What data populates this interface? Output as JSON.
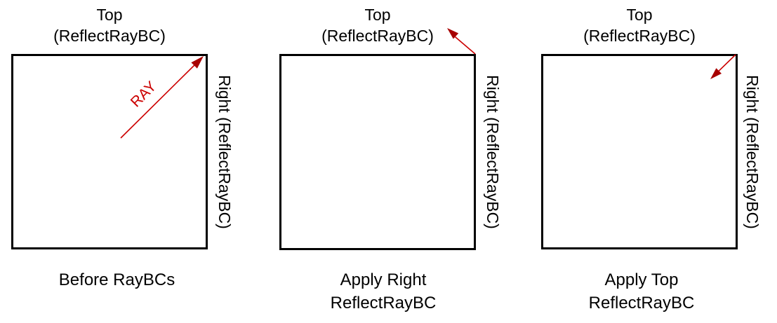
{
  "colors": {
    "background": "#FFFFFF",
    "text": "#000000",
    "box_border": "#000000",
    "ray": "#CC0000",
    "ray_head": "#A80000"
  },
  "panels": [
    {
      "top_label_line1": "Top",
      "top_label_line2": "(ReflectRayBC)",
      "right_label": "Right (ReflectRayBC)",
      "ray_label": "RAY",
      "caption_line1": "Before RayBCs",
      "caption_line2": ""
    },
    {
      "top_label_line1": "Top",
      "top_label_line2": "(ReflectRayBC)",
      "right_label": "Right (ReflectRayBC)",
      "caption_line1": "Apply Right",
      "caption_line2": "ReflectRayBC"
    },
    {
      "top_label_line1": "Top",
      "top_label_line2": "(ReflectRayBC)",
      "right_label": "Right (ReflectRayBC)",
      "caption_line1": "Apply Top",
      "caption_line2": "ReflectRayBC"
    }
  ]
}
